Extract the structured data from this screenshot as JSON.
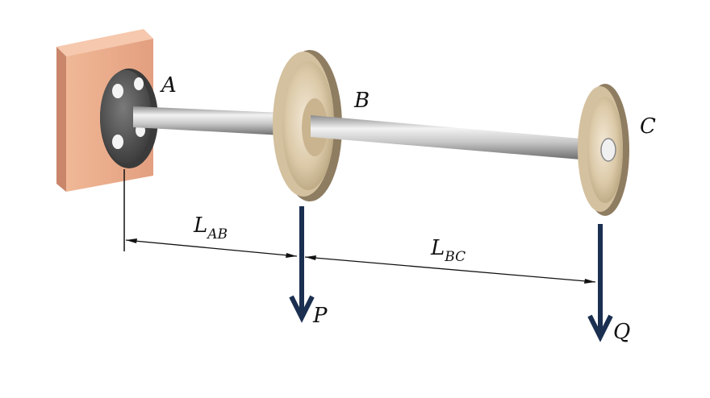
{
  "labels": {
    "A": "A",
    "B": "B",
    "C": "C",
    "P": "P",
    "Q": "Q"
  },
  "dimensions": {
    "ab": {
      "letter": "L",
      "subscript": "AB"
    },
    "bc": {
      "letter": "L",
      "subscript": "BC"
    }
  },
  "colors": {
    "wall": "#e9a888",
    "wall_side": "#c9866a",
    "flange": "#5b5b5b",
    "shaft": "#c9c9c9",
    "gear": "#e0cfb3",
    "gear_dark": "#8f7d62",
    "force_arrow": "#1b2f50"
  }
}
